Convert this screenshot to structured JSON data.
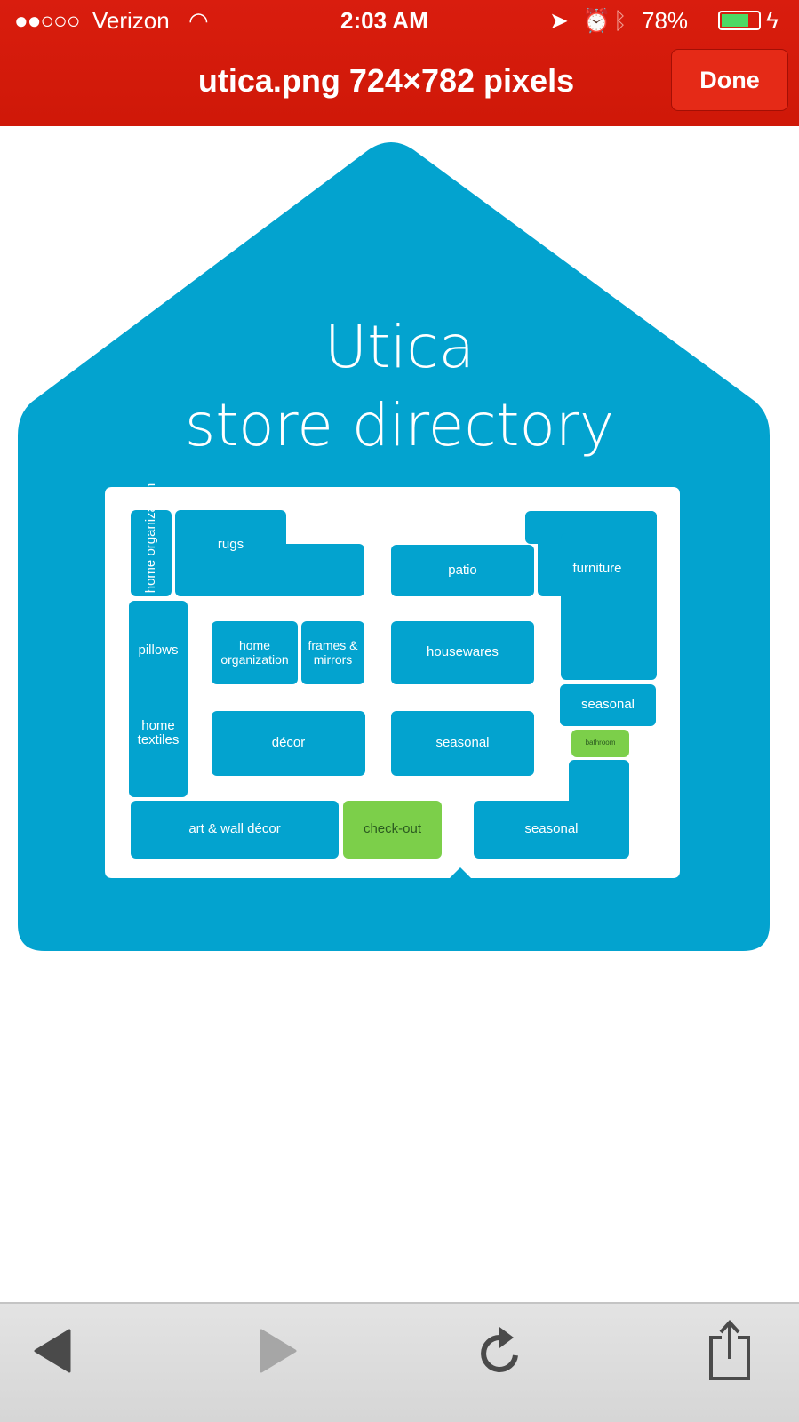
{
  "status_bar": {
    "carrier": "Verizon",
    "signal": "●●○○○",
    "time": "2:03 AM",
    "battery": "78%",
    "battery_level": 0.78
  },
  "nav": {
    "title": "utica.png 724×782 pixels",
    "done_label": "Done"
  },
  "map": {
    "title_line1": "Utica",
    "title_line2": "store directory",
    "colors": {
      "section": "#03a3cf",
      "highlight": "#7ccf4a"
    },
    "sections": {
      "home_org_vertical": "home organization",
      "rugs": "rugs",
      "patio": "patio",
      "furniture": "furniture",
      "pillows": "pillows",
      "home_textiles": "home textiles",
      "home_org": "home organization",
      "frames": "frames & mirrors",
      "housewares": "housewares",
      "seasonal_right": "seasonal",
      "bathroom": "bathroom",
      "decor": "décor",
      "seasonal_mid": "seasonal",
      "art": "art & wall décor",
      "checkout": "check-out",
      "seasonal_bottom": "seasonal"
    }
  },
  "toolbar": {
    "icons": [
      "back-icon",
      "forward-icon",
      "reload-icon",
      "share-icon"
    ]
  }
}
